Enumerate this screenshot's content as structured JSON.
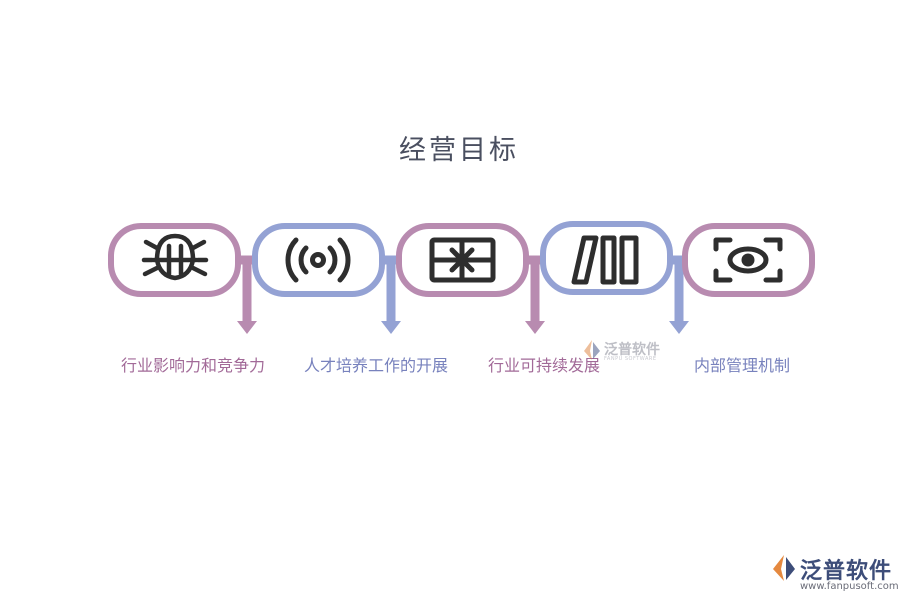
{
  "title": "经营目标",
  "nodes": [
    {
      "label": "行业影响力和竞争力",
      "icon": "bug-icon",
      "color": "#b88bb0"
    },
    {
      "label": "人才培养工作的开展",
      "icon": "signal-icon",
      "color": "#94a2d4"
    },
    {
      "label": "行业可持续发展",
      "icon": "gift-icon",
      "color": "#b88bb0"
    },
    {
      "label": "内部管理机制",
      "icon": "columns-icon",
      "color": "#94a2d4"
    },
    {
      "label": "",
      "icon": "scan-target-icon",
      "color": "#b88bb0"
    }
  ],
  "watermark": {
    "text": "泛普软件",
    "subtext": "FANPU SOFTWARE"
  },
  "brand": {
    "name": "泛普软件",
    "url": "www.fanpusoft.com"
  }
}
